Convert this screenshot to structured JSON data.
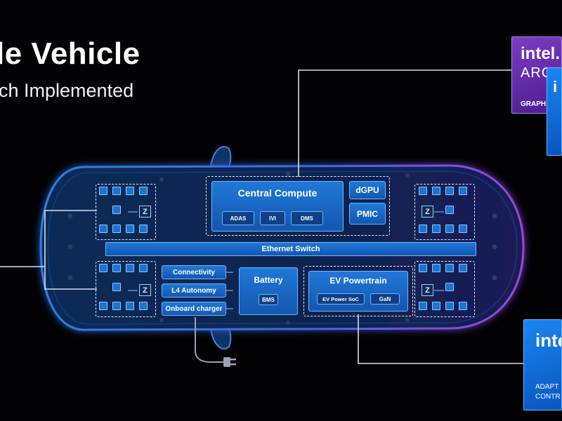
{
  "header": {
    "title": "le Vehicle",
    "subtitle": "ch Implemented"
  },
  "central": {
    "title": "Central Compute",
    "modules": [
      "ADAS",
      "IVI",
      "DMS"
    ],
    "side": [
      "dGPU",
      "PMIC"
    ]
  },
  "ethernet": "Ethernet Switch",
  "left_blocks": [
    "Connectivity",
    "L4 Autonomy",
    "Onboard charger"
  ],
  "battery": {
    "title": "Battery",
    "sub": "BMS"
  },
  "powertrain": {
    "title": "EV Powertrain",
    "modules": [
      "EV Power SoC",
      "GaN"
    ]
  },
  "zone_label": "Z",
  "logos": {
    "arc": {
      "brand": "intel.",
      "line1": "ARC",
      "line2": "GRAPH",
      "color": "#6d2fb4"
    },
    "arc_back": {
      "brand": "i",
      "color": "#0a6fe0"
    },
    "adaptive": {
      "brand": "intel",
      "line1": "ADAPT",
      "line2": "CONTR",
      "color": "#0a6fe0"
    }
  },
  "colors": {
    "accent_blue": "#1f78d8",
    "glow_purple": "#8a3fd6",
    "background": "#020205"
  }
}
